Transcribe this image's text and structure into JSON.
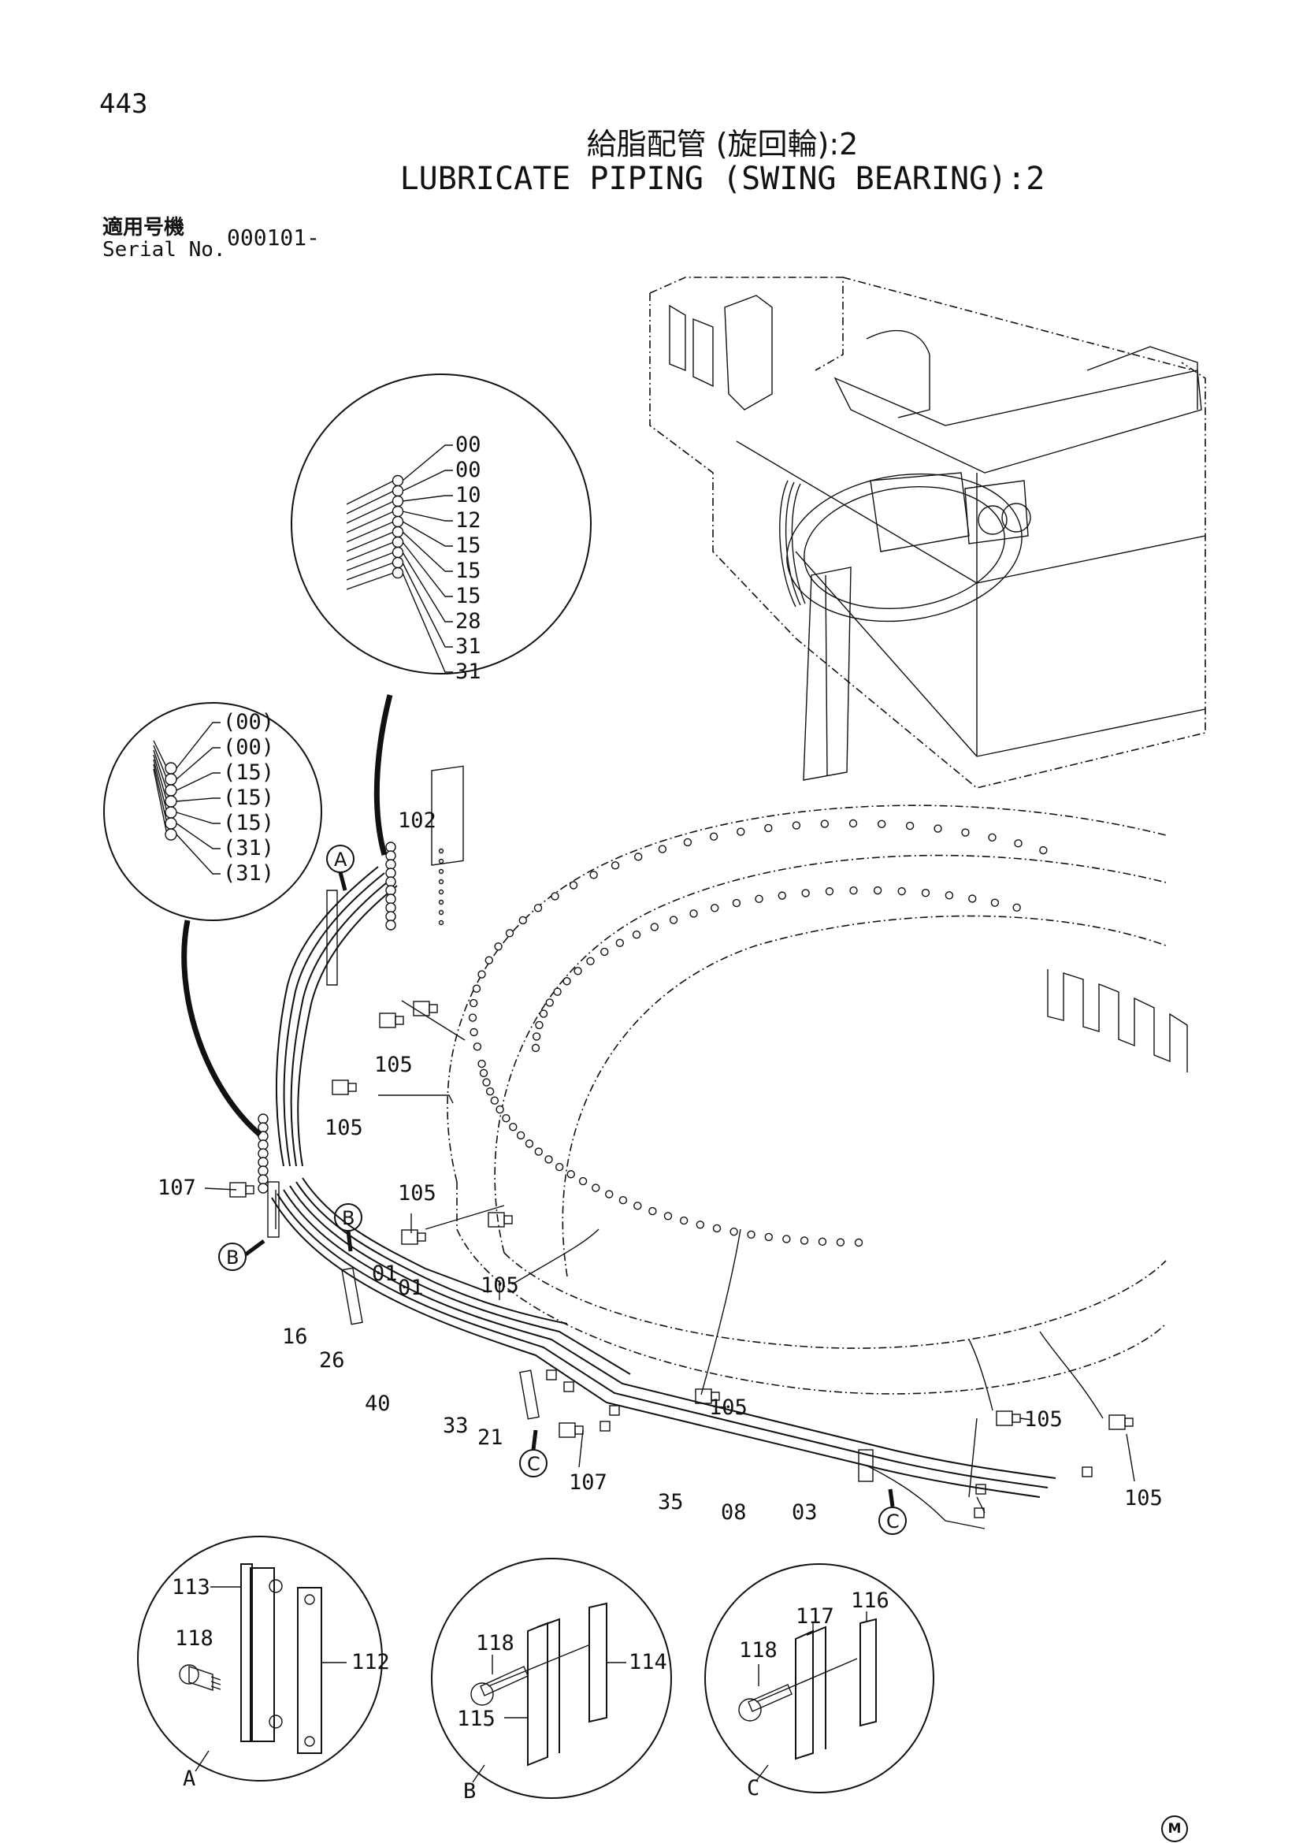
{
  "page_number": "443",
  "title": {
    "jp": "給脂配管 (旋回輪):2",
    "en": "LUBRICATE PIPING (SWING BEARING):2"
  },
  "serial": {
    "label_jp": "適用号機",
    "label_en": "Serial No.",
    "value": "000101-"
  },
  "detail_large": {
    "labels": [
      "00",
      "00",
      "10",
      "12",
      "15",
      "15",
      "15",
      "28",
      "31",
      "31"
    ]
  },
  "detail_small": {
    "labels": [
      "(00)",
      "(00)",
      "(15)",
      "(15)",
      "(15)",
      "(31)",
      "(31)"
    ]
  },
  "callouts": [
    "102",
    "105",
    "105",
    "105",
    "105",
    "105",
    "105",
    "105",
    "107",
    "107",
    "16",
    "26",
    "40",
    "01",
    "01",
    "33",
    "21",
    "35",
    "08",
    "03"
  ],
  "markers": [
    "A",
    "B",
    "B",
    "C",
    "C"
  ],
  "inset_a": {
    "letter": "A",
    "labels": [
      "113",
      "118",
      "112"
    ]
  },
  "inset_b": {
    "letter": "B",
    "labels": [
      "118",
      "115",
      "114"
    ]
  },
  "inset_c": {
    "letter": "C",
    "labels": [
      "118",
      "117",
      "116"
    ]
  },
  "maker_mark": "M"
}
